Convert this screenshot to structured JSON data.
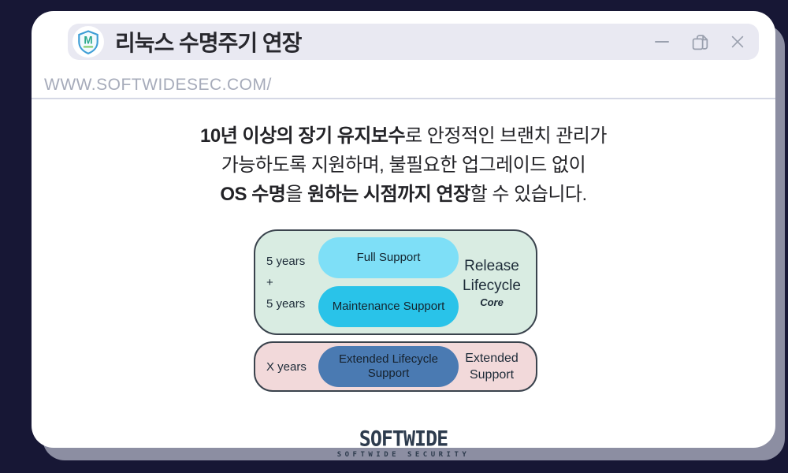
{
  "titlebar": {
    "title": "리눅스 수명주기 연장",
    "logo_letter": "M"
  },
  "address": {
    "url": "WWW.SOFTWIDESEC.COM/"
  },
  "intro": {
    "line1": {
      "bold": "10년 이상의 장기 유지보수",
      "rest": "로 안정적인 브랜치 관리가"
    },
    "line2": "가능하도록 지원하며, 불필요한 업그레이드 없이",
    "line3": {
      "bold1": "OS 수명",
      "mid": "을 ",
      "bold2": "원하는 시점까지 연장",
      "rest": "할 수 있습니다."
    }
  },
  "diagram": {
    "core": {
      "durations": [
        "5 years",
        "+",
        "5 years"
      ],
      "pills": [
        "Full Support",
        "Maintenance Support"
      ],
      "label_line1": "Release",
      "label_line2": "Lifecycle",
      "sublabel": "Core"
    },
    "extended": {
      "duration": "X years",
      "pill_line1": "Extended Lifecycle",
      "pill_line2": "Support",
      "label_line1": "Extended",
      "label_line2": "Support"
    }
  },
  "footer": {
    "brand": "SOFTWIDE",
    "tagline": "SOFTWIDE SECURITY"
  },
  "colors": {
    "background": "#171735",
    "card_shadow": "#8c8ea2",
    "titlebar_bg": "#e9e9f2",
    "core_box_bg": "#d9ece2",
    "extended_box_bg": "#f2d9da",
    "full_support_pill": "#7edff7",
    "maintenance_pill": "#29c3e9",
    "extended_pill": "#4a7ab2",
    "brand_color": "#2d3b4d"
  }
}
